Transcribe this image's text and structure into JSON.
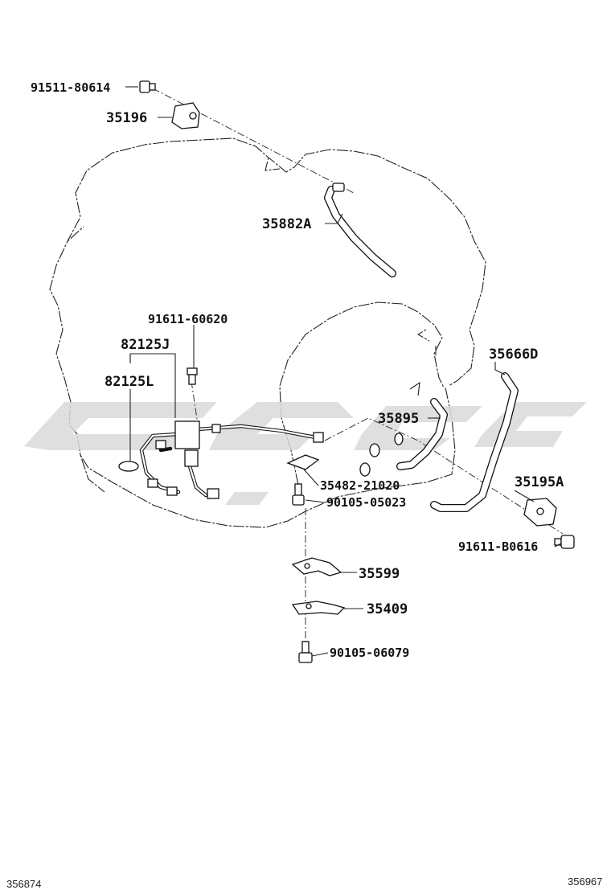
{
  "parts": {
    "bolt_top": "91511-80614",
    "clamp_top": "35196",
    "breather_hose": "35882A",
    "bolt_sensor": "91611-60620",
    "harness": "82125J",
    "oring": "82125L",
    "hose_right": "35666D",
    "hose_mid": "35895",
    "plate": "35482-21020",
    "clamp_right": "35195A",
    "bolt_right": "91611-B0616",
    "bolt_mid": "90105-05023",
    "bracket_a": "35599",
    "bracket_b": "35409",
    "bolt_bottom": "90105-06079"
  },
  "footer": {
    "left_code": "356874",
    "right_code": "356967"
  },
  "colors": {
    "line": "#111111",
    "watermark": "#d9d9d9"
  }
}
